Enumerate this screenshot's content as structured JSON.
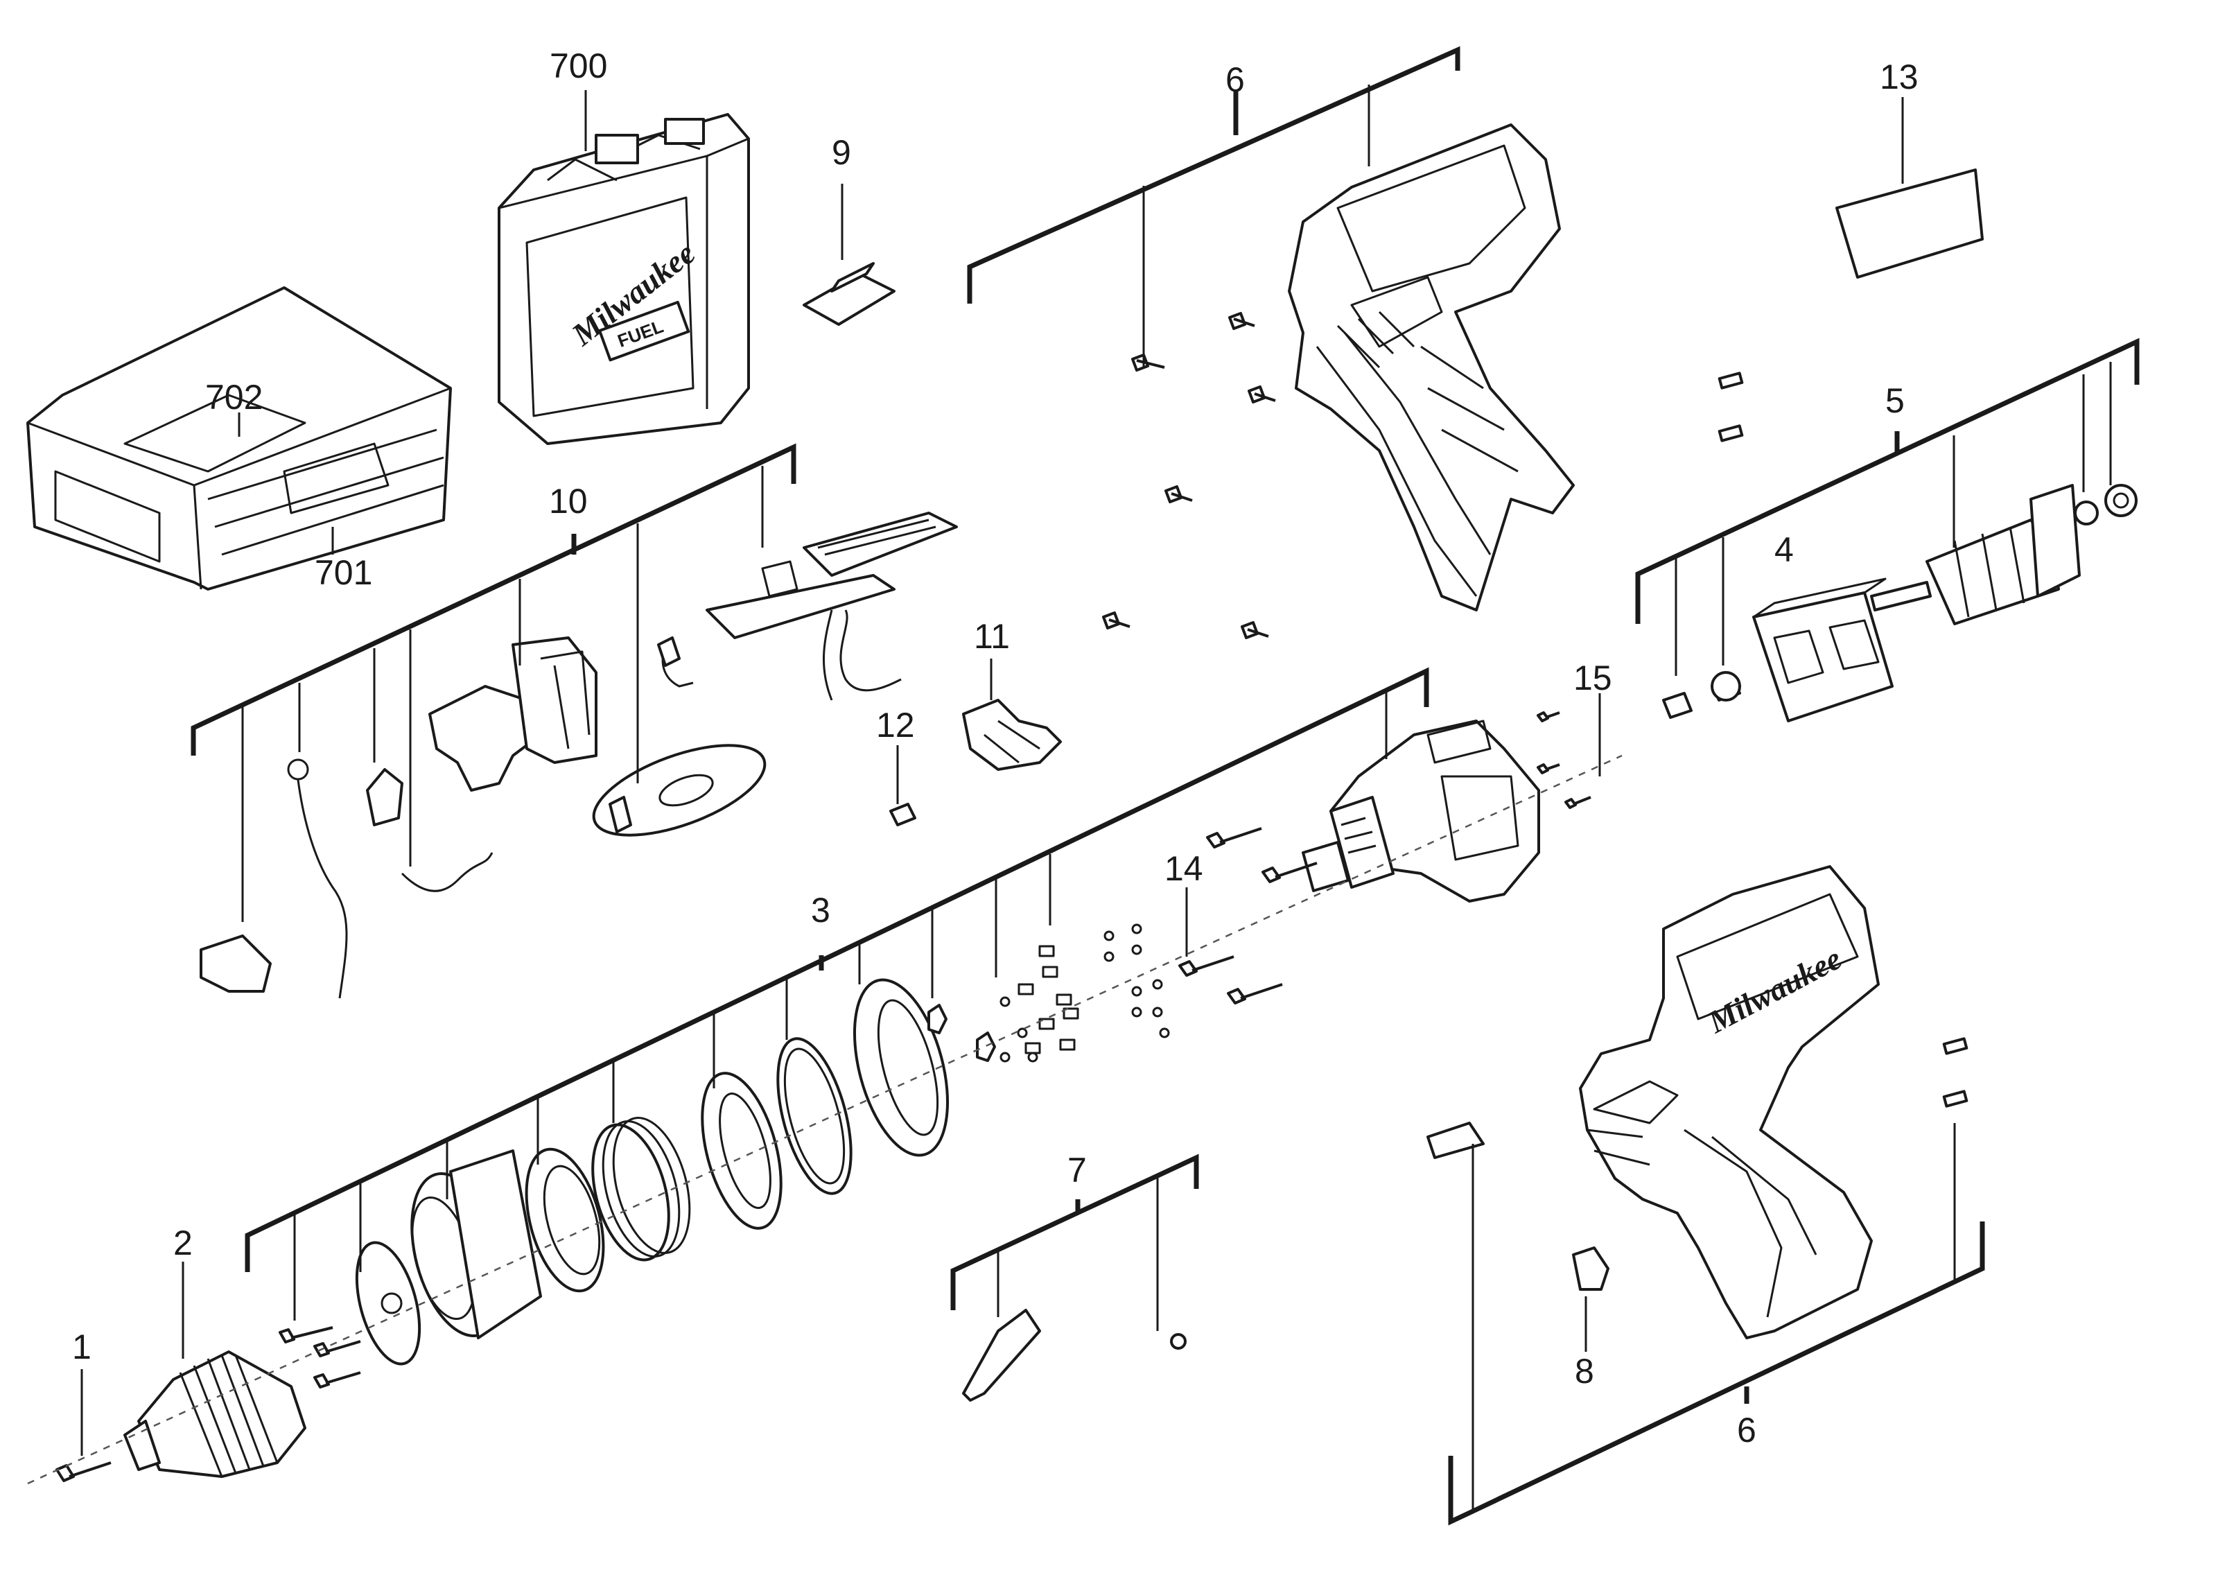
{
  "diagram": {
    "callouts": {
      "c1": "1",
      "c2": "2",
      "c3": "3",
      "c4": "4",
      "c5": "5",
      "c6_top": "6",
      "c6_bottom": "6",
      "c7": "7",
      "c8": "8",
      "c9": "9",
      "c10": "10",
      "c11": "11",
      "c12": "12",
      "c13": "13",
      "c14": "14",
      "c15": "15",
      "c700": "700",
      "c701": "701",
      "c702": "702"
    },
    "branding": {
      "case_logo": "Milwaukee",
      "case_fuel": "FUEL",
      "housing_logo": "Milwaukee"
    },
    "colors": {
      "line": "#1a1a1a",
      "background": "#ffffff"
    }
  }
}
